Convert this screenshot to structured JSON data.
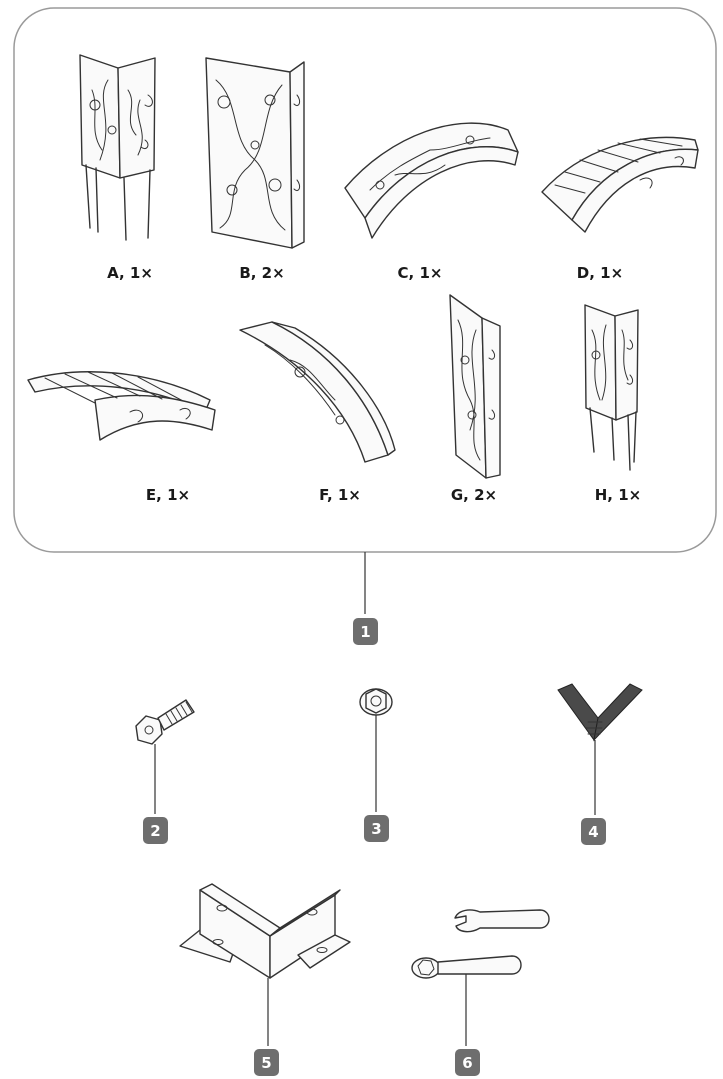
{
  "panels": [
    {
      "key": "A",
      "label": "A, 1×"
    },
    {
      "key": "B",
      "label": "B, 2×"
    },
    {
      "key": "C",
      "label": "C, 1×"
    },
    {
      "key": "D",
      "label": "D, 1×"
    },
    {
      "key": "E",
      "label": "E, 1×"
    },
    {
      "key": "F",
      "label": "F, 1×"
    },
    {
      "key": "G",
      "label": "G, 2×"
    },
    {
      "key": "H",
      "label": "H, 1×"
    }
  ],
  "callouts": [
    {
      "id": "1",
      "part": "panels-group"
    },
    {
      "id": "2",
      "part": "bolt-icon"
    },
    {
      "id": "3",
      "part": "nut-icon"
    },
    {
      "id": "4",
      "part": "angle-bracket-small-icon"
    },
    {
      "id": "5",
      "part": "corner-bracket-icon"
    },
    {
      "id": "6",
      "part": "wrench-icon"
    }
  ],
  "colors": {
    "badge": "#6e6e6e",
    "line": "#333333",
    "frame": "#9a9a9a"
  }
}
